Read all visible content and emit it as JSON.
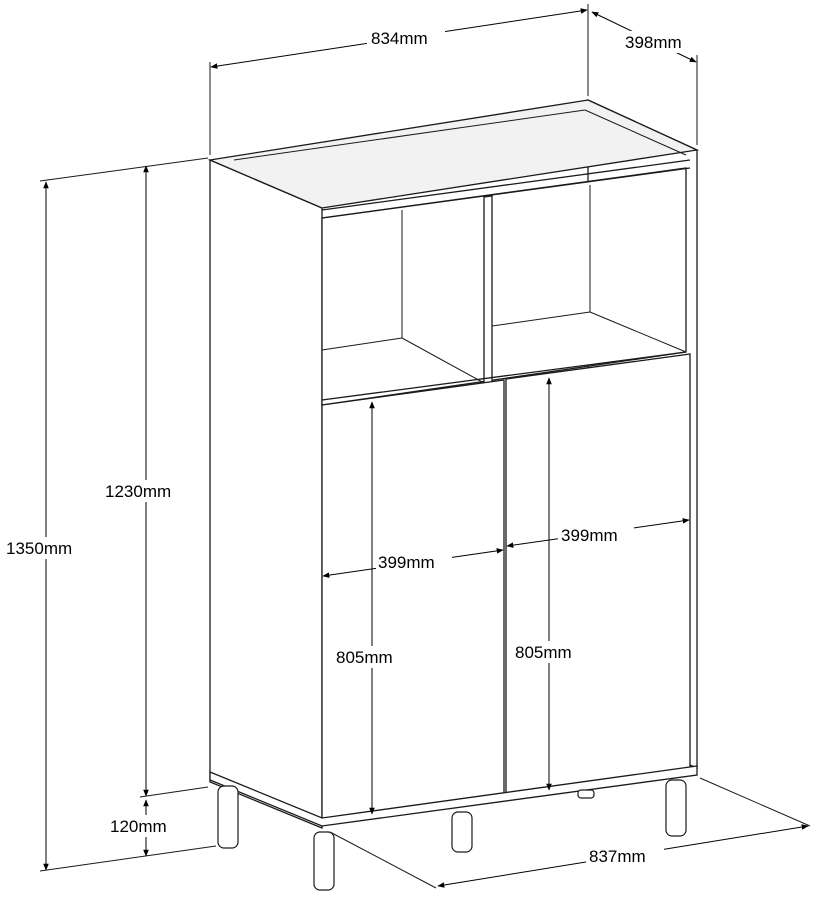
{
  "dimensions": {
    "width_top": "834mm",
    "depth": "398mm",
    "height_total": "1350mm",
    "height_body": "1230mm",
    "leg_height": "120mm",
    "door_width_left": "399mm",
    "door_width_right": "399mm",
    "door_height_left": "805mm",
    "door_height_right": "805mm",
    "width_bottom": "837mm"
  }
}
